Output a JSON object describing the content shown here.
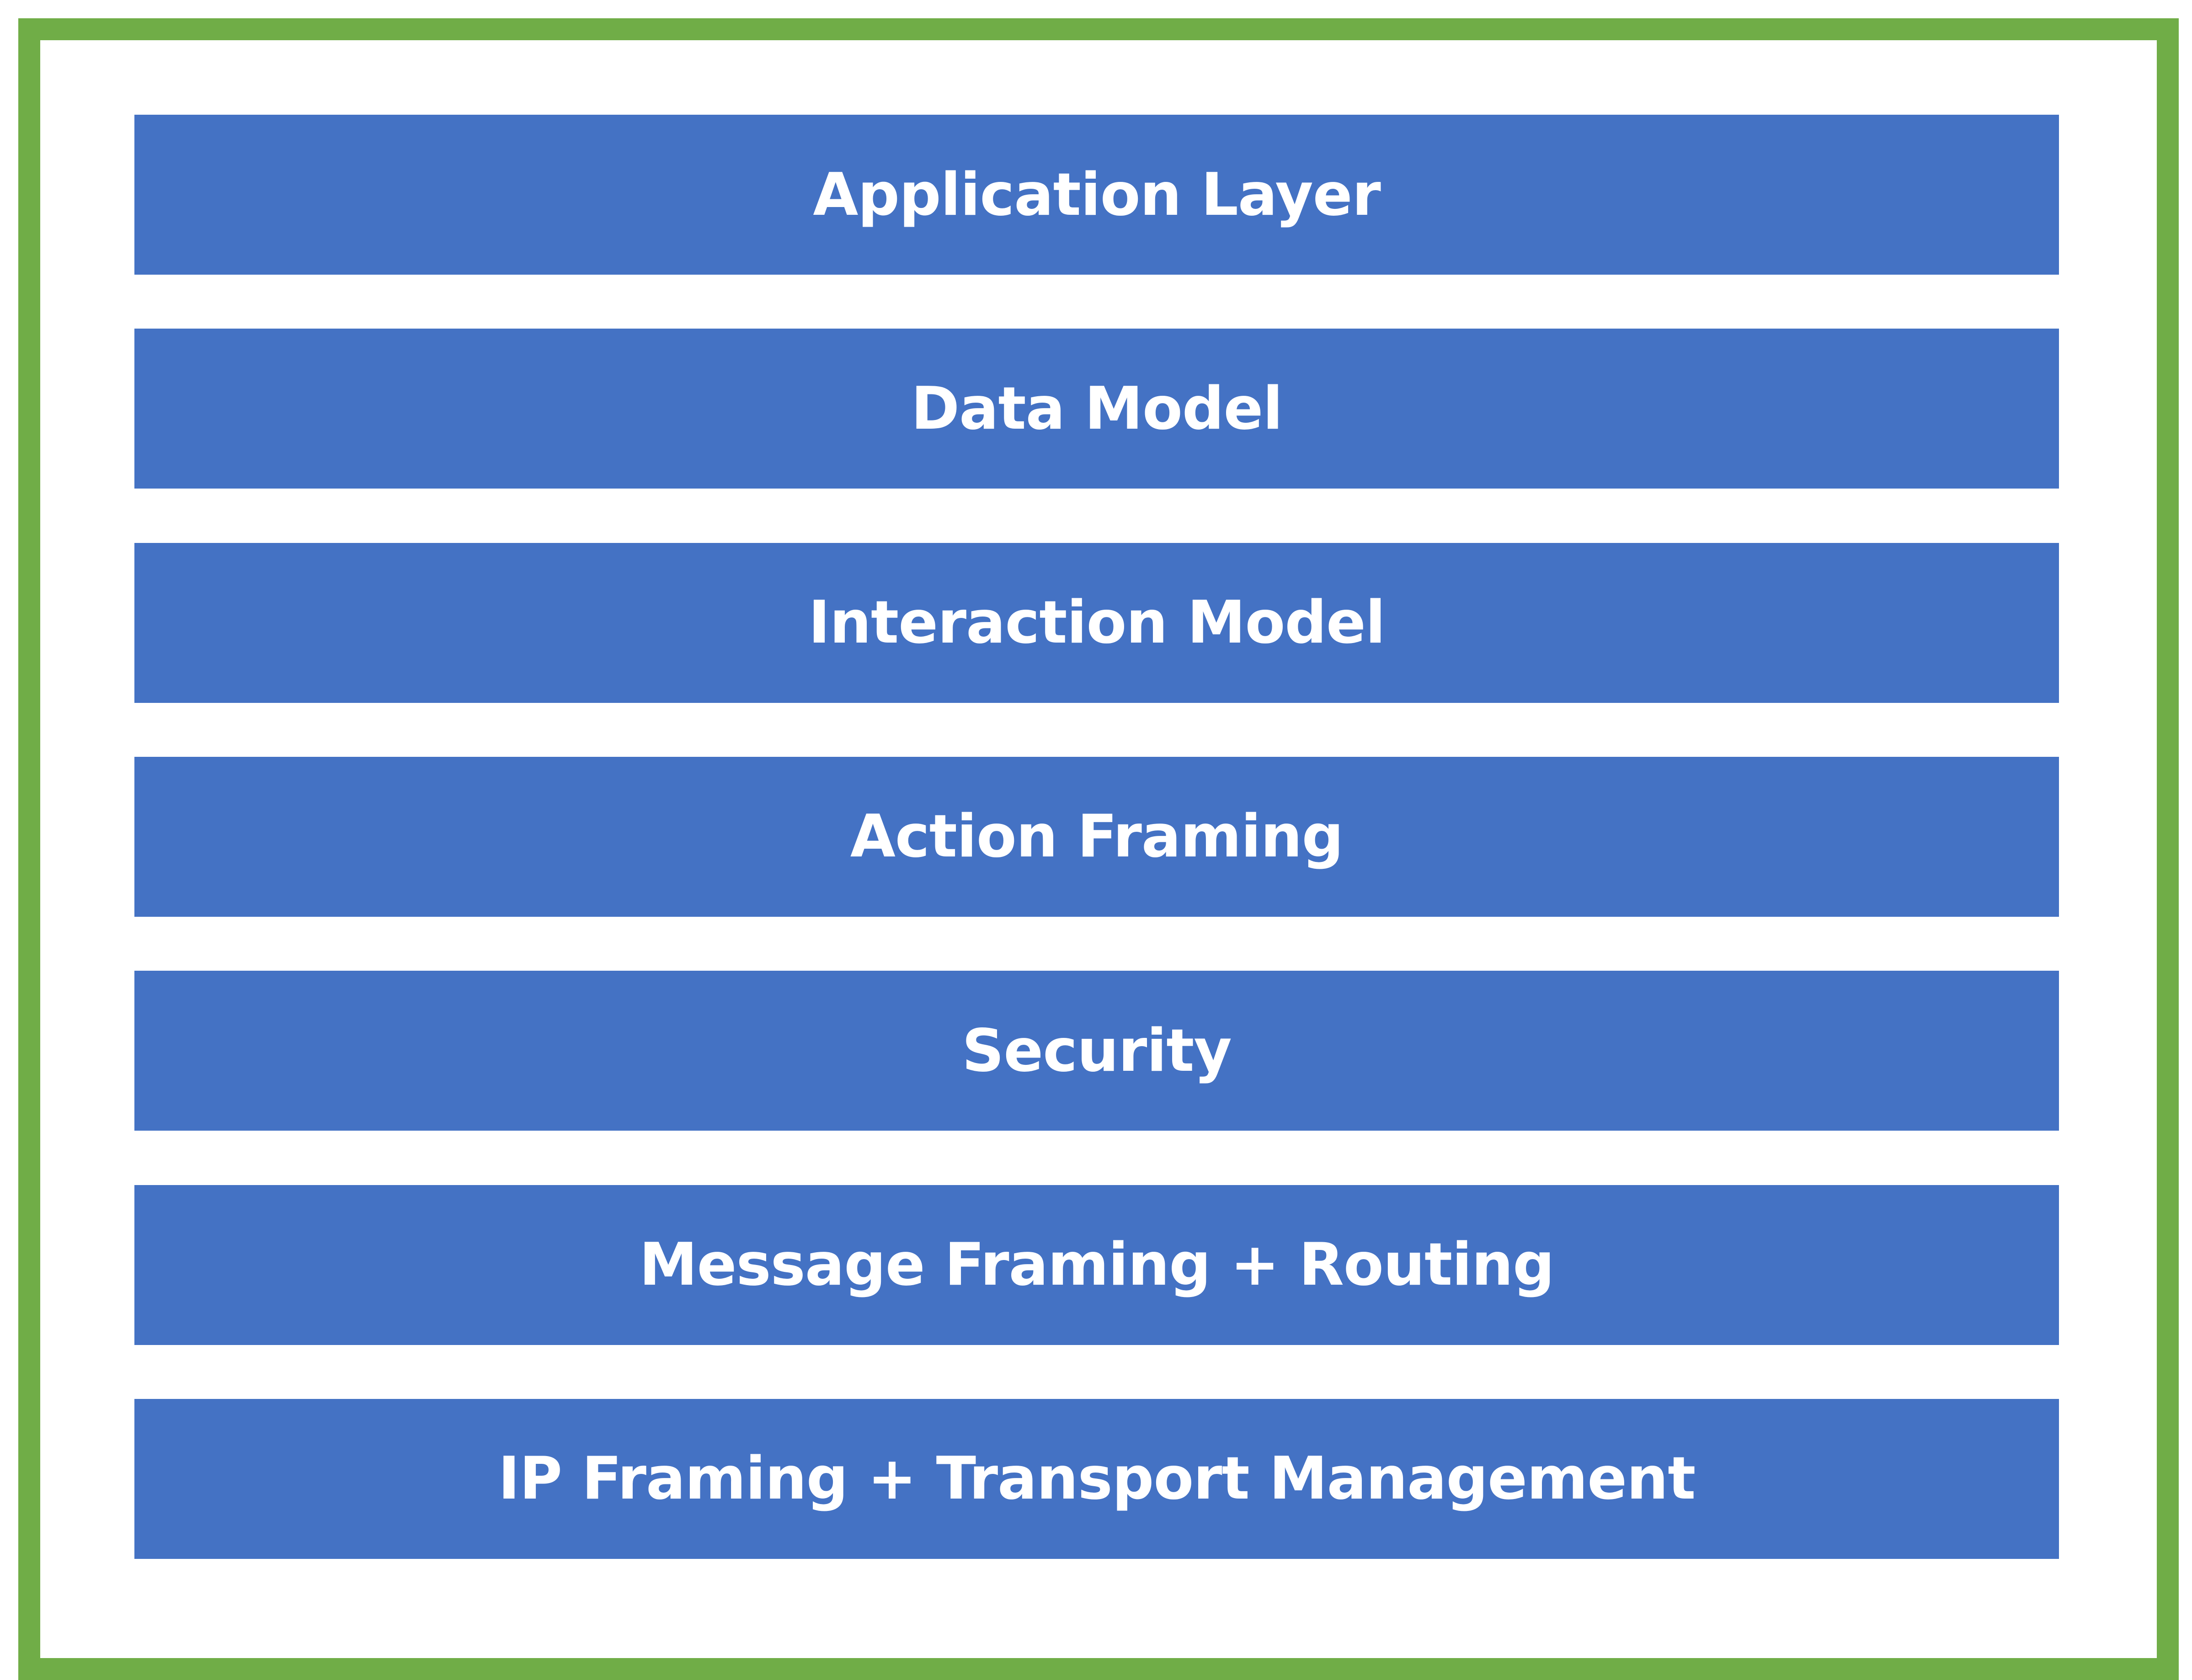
{
  "colors": {
    "border": "#70AD47",
    "layer_fill": "#4472C4",
    "layer_text": "#FFFFFF",
    "background": "#FFFFFF"
  },
  "layers": [
    {
      "label": "Application Layer"
    },
    {
      "label": "Data Model"
    },
    {
      "label": "Interaction Model"
    },
    {
      "label": "Action Framing"
    },
    {
      "label": "Security"
    },
    {
      "label": "Message Framing + Routing"
    },
    {
      "label": "IP Framing + Transport Management"
    }
  ]
}
